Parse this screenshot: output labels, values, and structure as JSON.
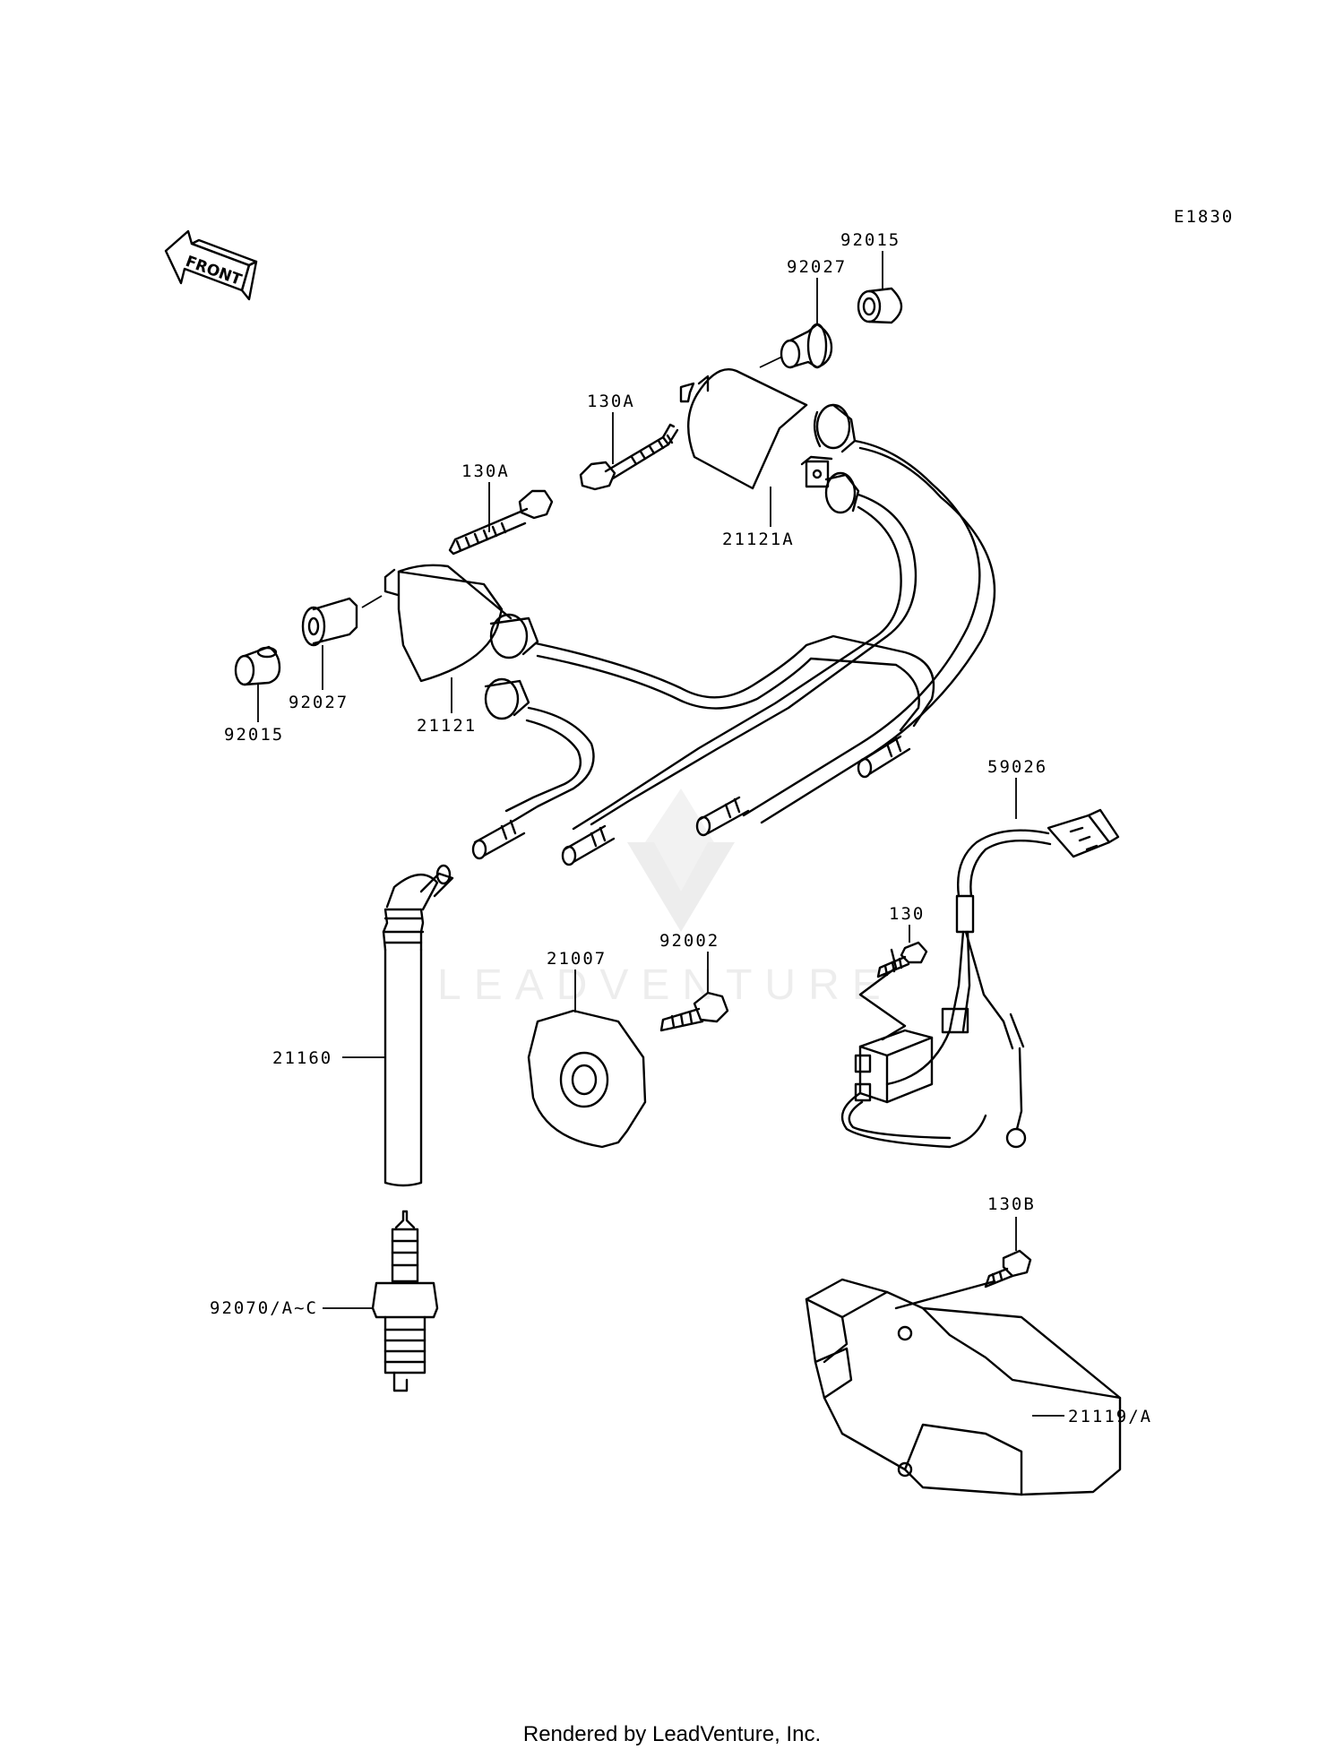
{
  "diagram_code": "E1830",
  "front_label": "FRONT",
  "watermark": "LEADVENTURE",
  "footer": "Rendered by LeadVenture, Inc.",
  "callouts": {
    "p92015_top": "92015",
    "p92027_top": "92027",
    "p130A_top": "130A",
    "p130A_mid": "130A",
    "p21121A": "21121A",
    "p92027_left": "92027",
    "p92015_left": "92015",
    "p21121": "21121",
    "p59026": "59026",
    "p130": "130",
    "p92002": "92002",
    "p21007": "21007",
    "p21160": "21160",
    "p130B": "130B",
    "p92070": "92070/A~C",
    "p21119": "21119/A"
  }
}
